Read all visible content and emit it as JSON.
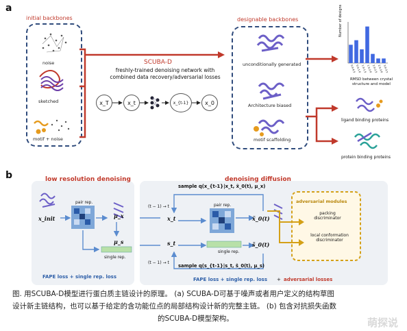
{
  "panel_a": {
    "letter": "a",
    "initial_title": "initial backbones",
    "initial_items": [
      "noise",
      "sketched",
      "motif + noise"
    ],
    "method_title": "SCUBA-D",
    "method_desc_1": "freshly-trained  denoising network with",
    "method_desc_2": "combined data recovery/adversarial losses",
    "nodes": [
      "x_T",
      "x_t",
      "x_{t-1}",
      "x_0"
    ],
    "designable_title": "designable  backbones",
    "designable_items": [
      "unconditionally generated",
      "Architecture biased",
      "motif scaffolding"
    ],
    "chart_ylabel": "Number of designs",
    "chart_xlabel_1": "RMSD between crystal",
    "chart_xlabel_2": "structure and model",
    "right_items": [
      "ligand binding proteins",
      "protein binding proteins"
    ]
  },
  "chart_data": {
    "type": "bar",
    "categories": [
      "0.0-0.5",
      "0.5-1.0",
      "1.0-1.5",
      "1.5-2.0",
      "2.0-2.5",
      "2.5-3.0",
      "3.0-3.5"
    ],
    "values": [
      4,
      5,
      3,
      8,
      2,
      1,
      1
    ],
    "ylim": [
      0,
      9
    ],
    "xlabel": "RMSD between crystal structure and model",
    "ylabel": "Number of designs"
  },
  "panel_b": {
    "letter": "b",
    "left_title": "low resolution  denoising",
    "right_title": "denoising  diffusion",
    "x_init": "x_init",
    "pair_rep": "pair rep.",
    "single_rep": "single rep.",
    "mu_x": "μ_x",
    "mu_s": "μ_s",
    "x_t": "x_t",
    "s_t": "s_t",
    "x0_hat": "x̃_0(t)",
    "s0_hat": "s̃_0(t)",
    "sample_top": "sample q(x_{t-1}|x_t, x̃_0(t), μ_x)",
    "sample_bottom": "sample q(s_{t-1}|s_t, s̃_0(t), μ_s)",
    "step_top": "(t − 1) → t",
    "step_bottom": "(t − 1) → t",
    "left_loss": "FAPE loss + single rep. loss",
    "right_loss": "FAPE loss + single rep. loss",
    "plus": "+",
    "adv_loss": "adversarial losses",
    "adv_title": "adversarial modules",
    "adv_items": [
      "packing discriminator",
      "local conformation discriminator"
    ]
  },
  "caption": {
    "line1": "图. 用SCUBA-D模型进行蛋白质主链设计的原理。  (a)  SCUBA-D可基于噪声或者用户定义的结构草图",
    "line2": "设计新主链结构，也可以基于给定的含功能位点的局部结构设计新的完整主链。 (b) 包含对抗损失函数",
    "line3": "的SCUBA-D模型架构。"
  },
  "watermark": "萌探说",
  "colors": {
    "accent_red": "#c0392b",
    "navy": "#2f4b7c",
    "bar": "#4169e1",
    "gold": "#d4a017"
  }
}
